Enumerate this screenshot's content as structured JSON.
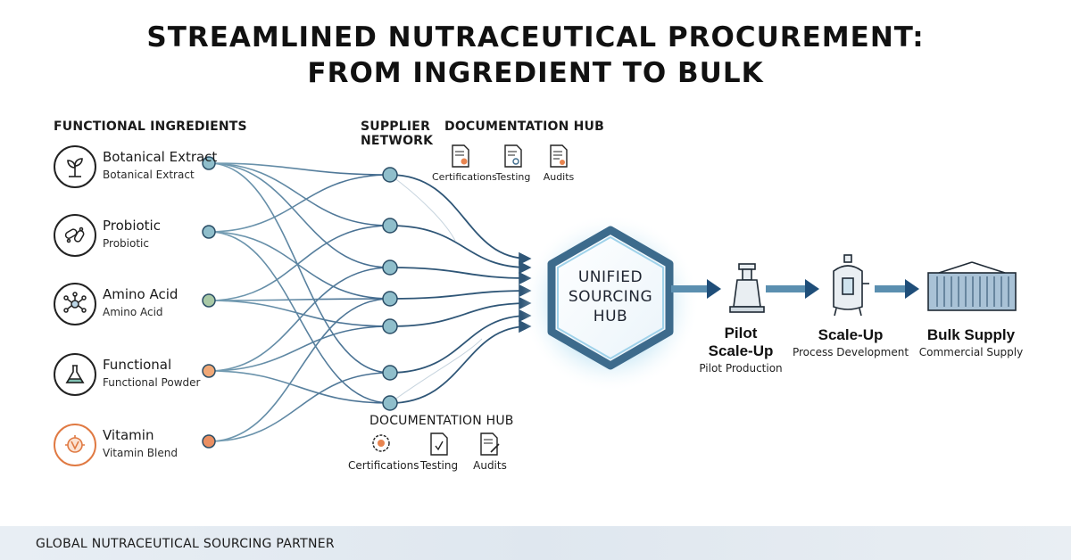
{
  "title": {
    "line1": "STREAMLINED NUTRACEUTICAL PROCUREMENT:",
    "line2": "FROM INGREDIENT TO BULK"
  },
  "headers": {
    "functional_ingredients": "FUNCTIONAL INGREDIENTS",
    "supplier_network_1": "SUPPLIER",
    "supplier_network_2": "NETWORK",
    "documentation_hub_top": "DOCUMENTATION HUB",
    "documentation_hub_bottom": "DOCUMENTATION HUB"
  },
  "ingredients": [
    {
      "name": "Botanical Extract",
      "sub": "Botanical Extract",
      "icon": "leaf-sprout-icon",
      "node_color": "#8fbecb"
    },
    {
      "name": "Probiotic",
      "sub": "Probiotic",
      "icon": "bacteria-icon",
      "node_color": "#8fbecb"
    },
    {
      "name": "Amino Acid",
      "sub": "Amino Acid",
      "icon": "molecule-icon",
      "node_color": "#a9c9a6"
    },
    {
      "name": "Functional",
      "sub": "Functional Powder",
      "icon": "flask-icon",
      "node_color": "#f0a877"
    },
    {
      "name": "Vitamin",
      "sub": "Vitamin Blend",
      "icon": "vitamin-capsule-icon",
      "node_color": "#ea8f62"
    }
  ],
  "doc_hub_top": [
    {
      "label": "Certifications",
      "icon": "certificate-document-icon"
    },
    {
      "label": "Testing",
      "icon": "testing-document-icon"
    },
    {
      "label": "Audits",
      "icon": "audit-document-icon"
    }
  ],
  "doc_hub_bottom": [
    {
      "label": "Certifications",
      "icon": "badge-seal-icon"
    },
    {
      "label": "Testing",
      "icon": "testing-document-icon"
    },
    {
      "label": "Audits",
      "icon": "audit-document-icon"
    }
  ],
  "hub": {
    "line1": "UNIFIED",
    "line2": "SOURCING",
    "line3": "HUB"
  },
  "stages": [
    {
      "title1": "Pilot",
      "title2": "Scale-Up",
      "sub": "Pilot Production",
      "icon": "pilot-vessel-icon"
    },
    {
      "title1": "Scale-Up",
      "title2": "",
      "sub": "Process Development",
      "icon": "reactor-tank-icon"
    },
    {
      "title1": "Bulk Supply",
      "title2": "",
      "sub": "Commercial Supply",
      "icon": "shipping-container-icon"
    }
  ],
  "footer": {
    "text": "GLOBAL NUTRACEUTICAL SOURCING PARTNER"
  },
  "colors": {
    "accent": "#1f4e79",
    "line": "#4a6f91",
    "hub_glow": "#9fd2ea",
    "text": "#111111"
  }
}
